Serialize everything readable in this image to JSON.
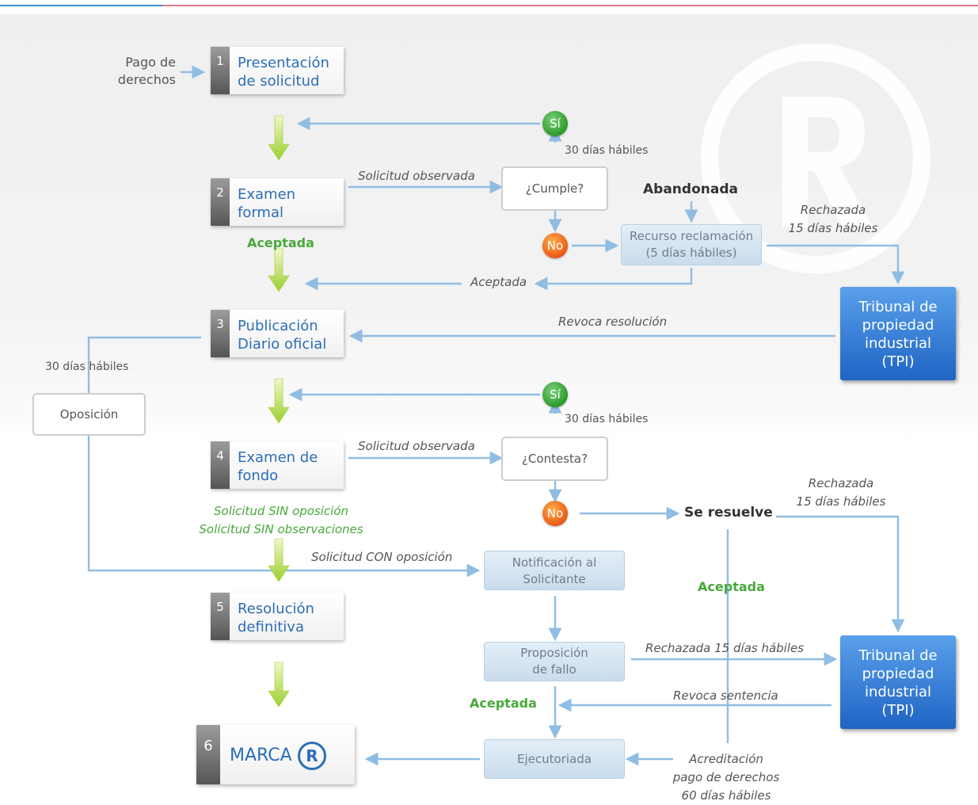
{
  "pre_step": "Pago de\nderechos",
  "steps": [
    {
      "num": "1",
      "label": "Presentación\nde solicitud"
    },
    {
      "num": "2",
      "label": "Examen\nformal"
    },
    {
      "num": "3",
      "label": "Publicación\nDiario oficial"
    },
    {
      "num": "4",
      "label": "Examen de\nfondo"
    },
    {
      "num": "5",
      "label": "Resolución\ndefinitiva"
    },
    {
      "num": "6",
      "label": "MARCA",
      "symbol": "R"
    }
  ],
  "decisions": {
    "cumple": "¿Cumple?",
    "contesta": "¿Contesta?"
  },
  "circles": {
    "si": "Sí",
    "no": "No"
  },
  "boxes": {
    "recurso": "Recurso reclamación\n(5 días hábiles)",
    "oposicion": "Oposición",
    "notificacion": "Notificación al\nSolicitante",
    "proposicion": "Proposición\nde fallo",
    "ejecutoriada": "Ejecutoriada",
    "tpi": "Tribunal de\npropiedad\nindustrial\n(TPI)"
  },
  "labels": {
    "treinta_dias": "30 días hábiles",
    "solicitud_observada": "Solicitud observada",
    "abandonada": "Abandonada",
    "rechazada_15": "Rechazada\n15 días hábiles",
    "aceptada": "Aceptada",
    "revoca_resolucion": "Revoca resolución",
    "se_resuelve": "Se resuelve",
    "sin_oposicion": "Solicitud SIN oposición\nSolicitud SIN observaciones",
    "con_oposicion": "Solicitud CON oposición",
    "rechazada_15_inline": "Rechazada 15 días hábiles",
    "revoca_sentencia": "Revoca sentencia",
    "acreditacion": "Acreditación\npago de derechos\n60 días hábiles"
  },
  "colors": {
    "accent_blue": "#2c6eb5",
    "arrow_blue": "#8fbde3",
    "green": "#48a83a",
    "orange": "#ec5a16",
    "tpi_blue": "#2a73d1"
  }
}
